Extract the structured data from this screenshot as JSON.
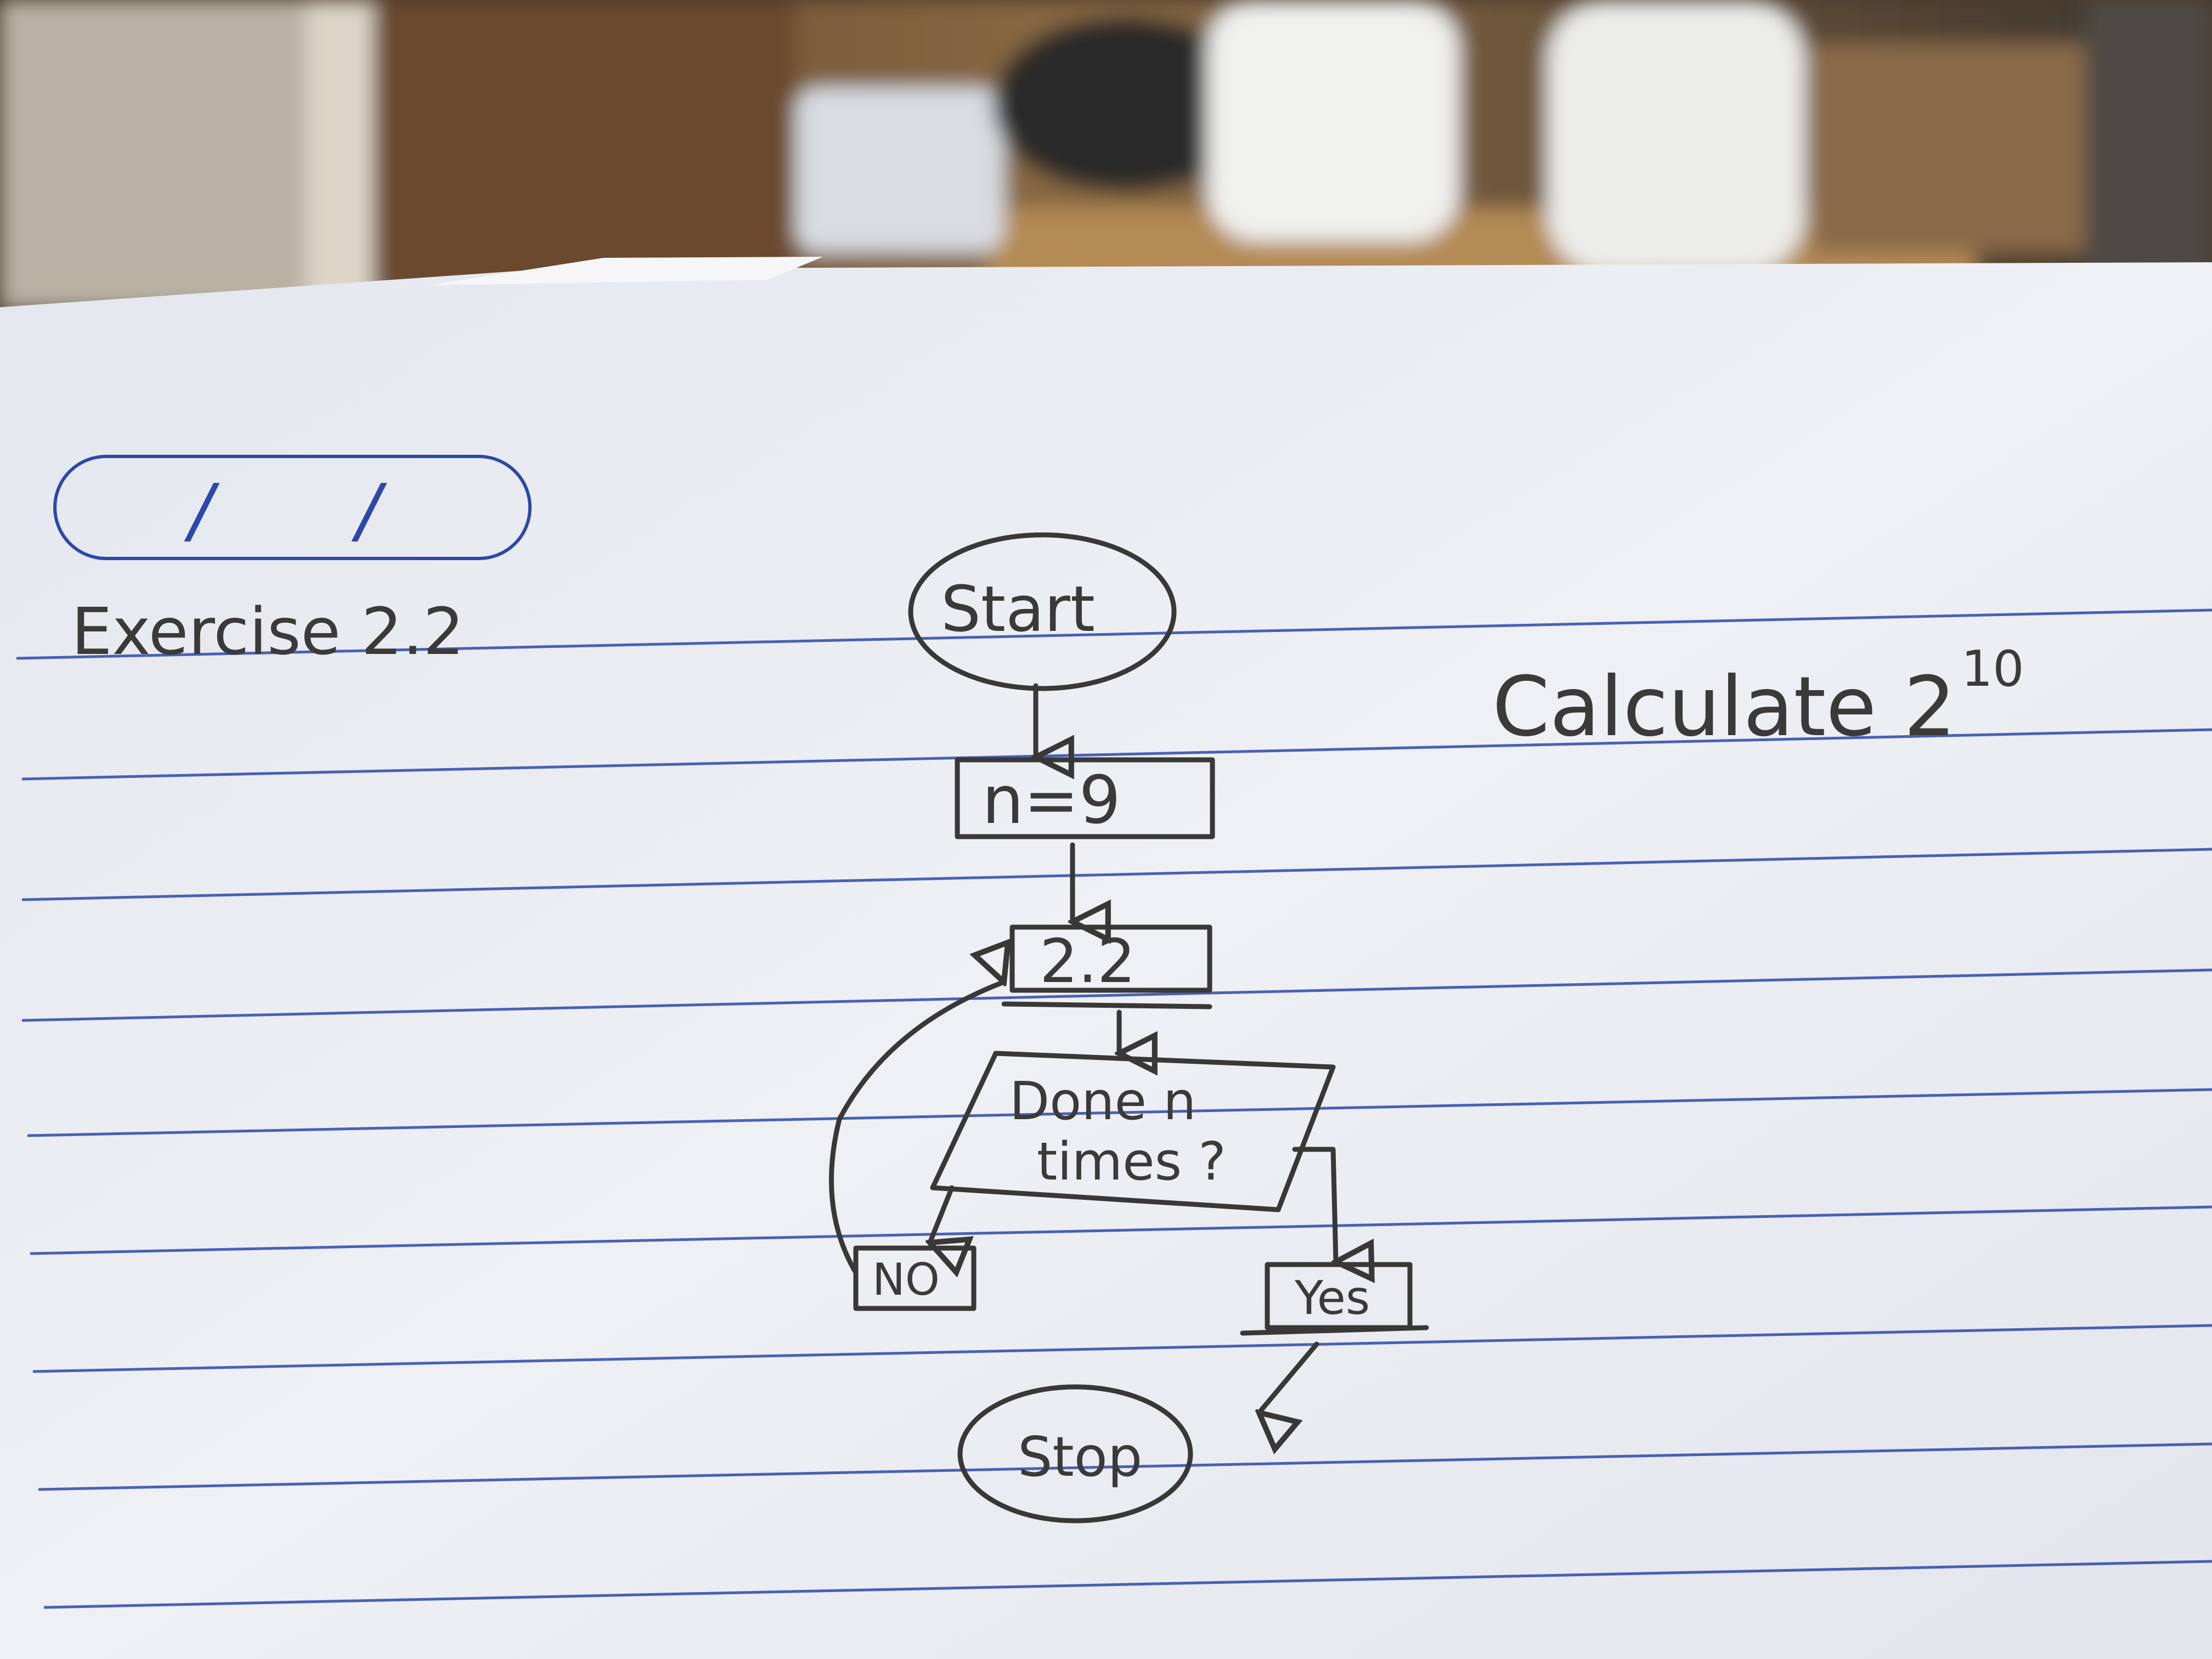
{
  "date_box": {
    "separators": [
      "/",
      "/"
    ]
  },
  "exercise_label": "Exercise 2.2",
  "task_label": "Calculate",
  "task_base": "2",
  "task_exponent": "10",
  "flowchart": {
    "start": "Start",
    "init": "n=9",
    "operation": "2.2",
    "decision_line1": "Done n",
    "decision_line2": "times ?",
    "no": "NO",
    "yes": "Yes",
    "stop": "Stop"
  },
  "colors": {
    "paper": "#eceef2",
    "ink": "#3a3836",
    "rule": "#2d48a8",
    "background": "#4a3a2c"
  }
}
